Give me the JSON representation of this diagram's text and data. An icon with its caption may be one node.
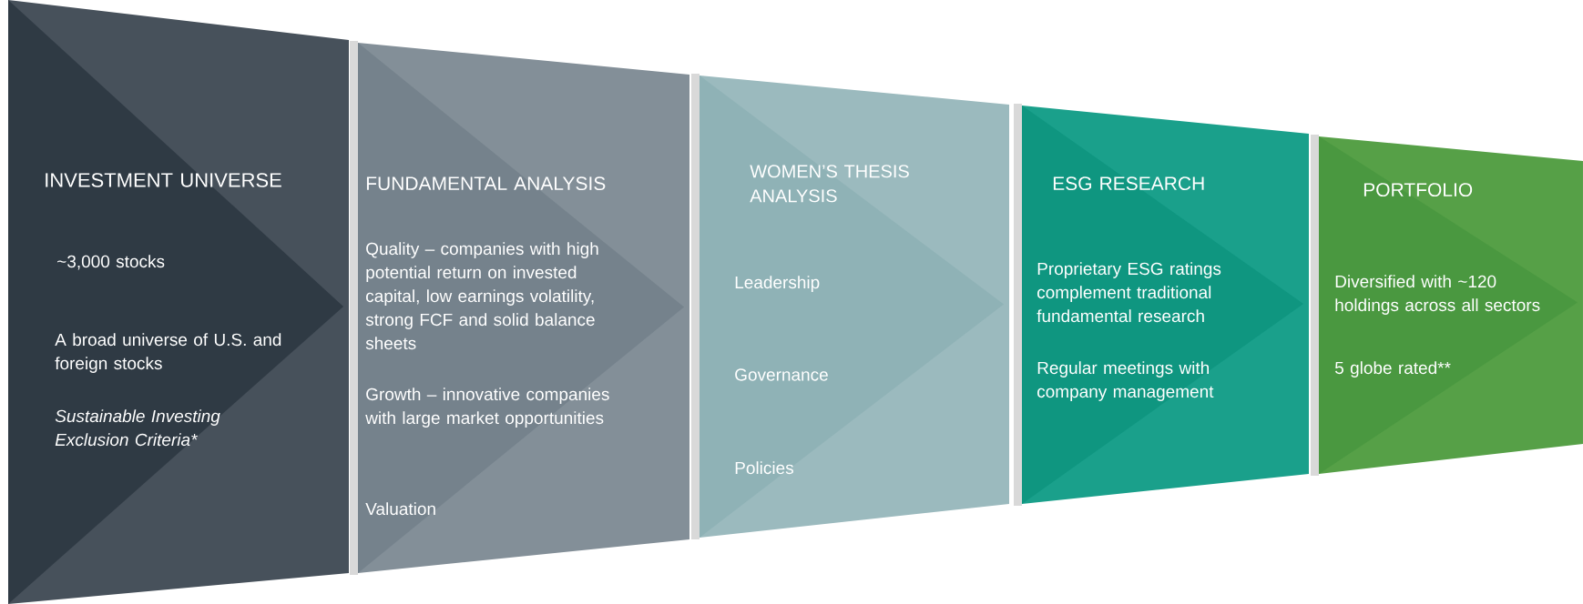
{
  "diagram": {
    "nodes": [
      {
        "text": [
          "INVESTMENT UNIVERSE",
          "~3,000 stocks",
          "A broad universe of U.S. and foreign stocks",
          "Sustainable Investing Exclusion Criteria*"
        ]
      },
      {
        "text": [
          "FUNDAMENTAL ANALYSIS",
          "Quality – companies with high potential return on invested capital, low earnings volatility, strong FCF and solid balance sheets",
          "Growth – innovative companies with large market opportunities",
          "Valuation"
        ]
      },
      {
        "text": [
          "WOMEN’S THESIS ANALYSIS",
          "Leadership",
          "Governance",
          "Policies"
        ]
      },
      {
        "text": [
          "ESG RESEARCH",
          "Proprietary ESG ratings complement traditional fundamental research",
          "Regular meetings with company management"
        ]
      },
      {
        "text": [
          "PORTFOLIO",
          "Diversified with ~120 holdings across all sectors",
          "5 globe rated**"
        ]
      }
    ]
  }
}
